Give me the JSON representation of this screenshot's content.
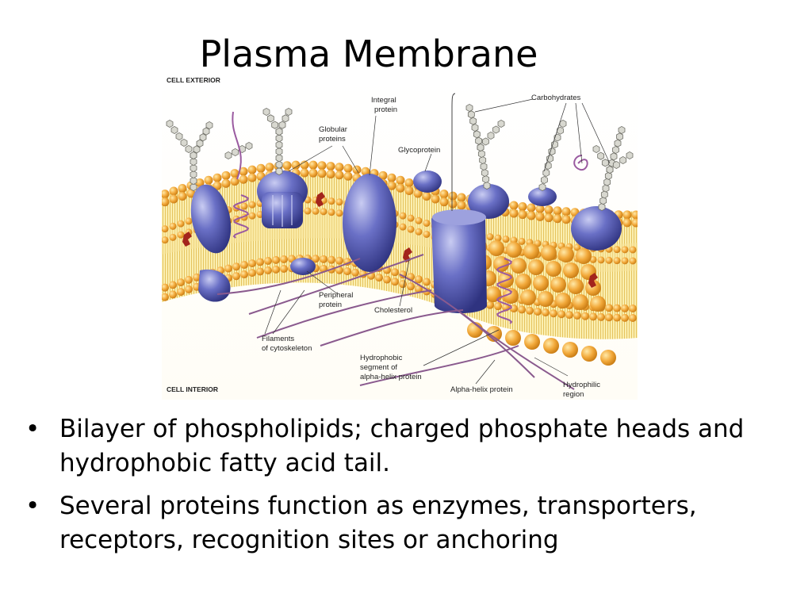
{
  "slide": {
    "title": "Plasma Membrane"
  },
  "figure": {
    "labels": {
      "cell_exterior": "CELL EXTERIOR",
      "cell_interior": "CELL INTERIOR",
      "integral_protein_1": "Integral",
      "integral_protein_2": "protein",
      "globular_proteins_1": "Globular",
      "globular_proteins_2": "proteins",
      "glycoprotein": "Glycoprotein",
      "carbohydrates": "Carbohydrates",
      "peripheral_protein_1": "Peripheral",
      "peripheral_protein_2": "protein",
      "cholesterol": "Cholesterol",
      "filaments_1": "Filaments",
      "filaments_2": "of cytoskeleton",
      "hydrophobic_segment_1": "Hydrophobic",
      "hydrophobic_segment_2": "segment of",
      "hydrophobic_segment_3": "alpha-helix protein",
      "alpha_helix_protein": "Alpha-helix protein",
      "hydrophilic_region_1": "Hydrophilic",
      "hydrophilic_region_2": "region"
    },
    "colors": {
      "phosphate_head": "#f2a93b",
      "protein": "#5a5fb8",
      "background": "#fbf3c4",
      "filament": "#8a5a8e"
    }
  },
  "bullets": [
    {
      "marker": "•",
      "text": "Bilayer of phospholipids; charged phosphate heads and hydrophobic fatty acid tail."
    },
    {
      "marker": "•",
      "text": "Several proteins function as enzymes, transporters, receptors, recognition sites or anchoring"
    }
  ]
}
